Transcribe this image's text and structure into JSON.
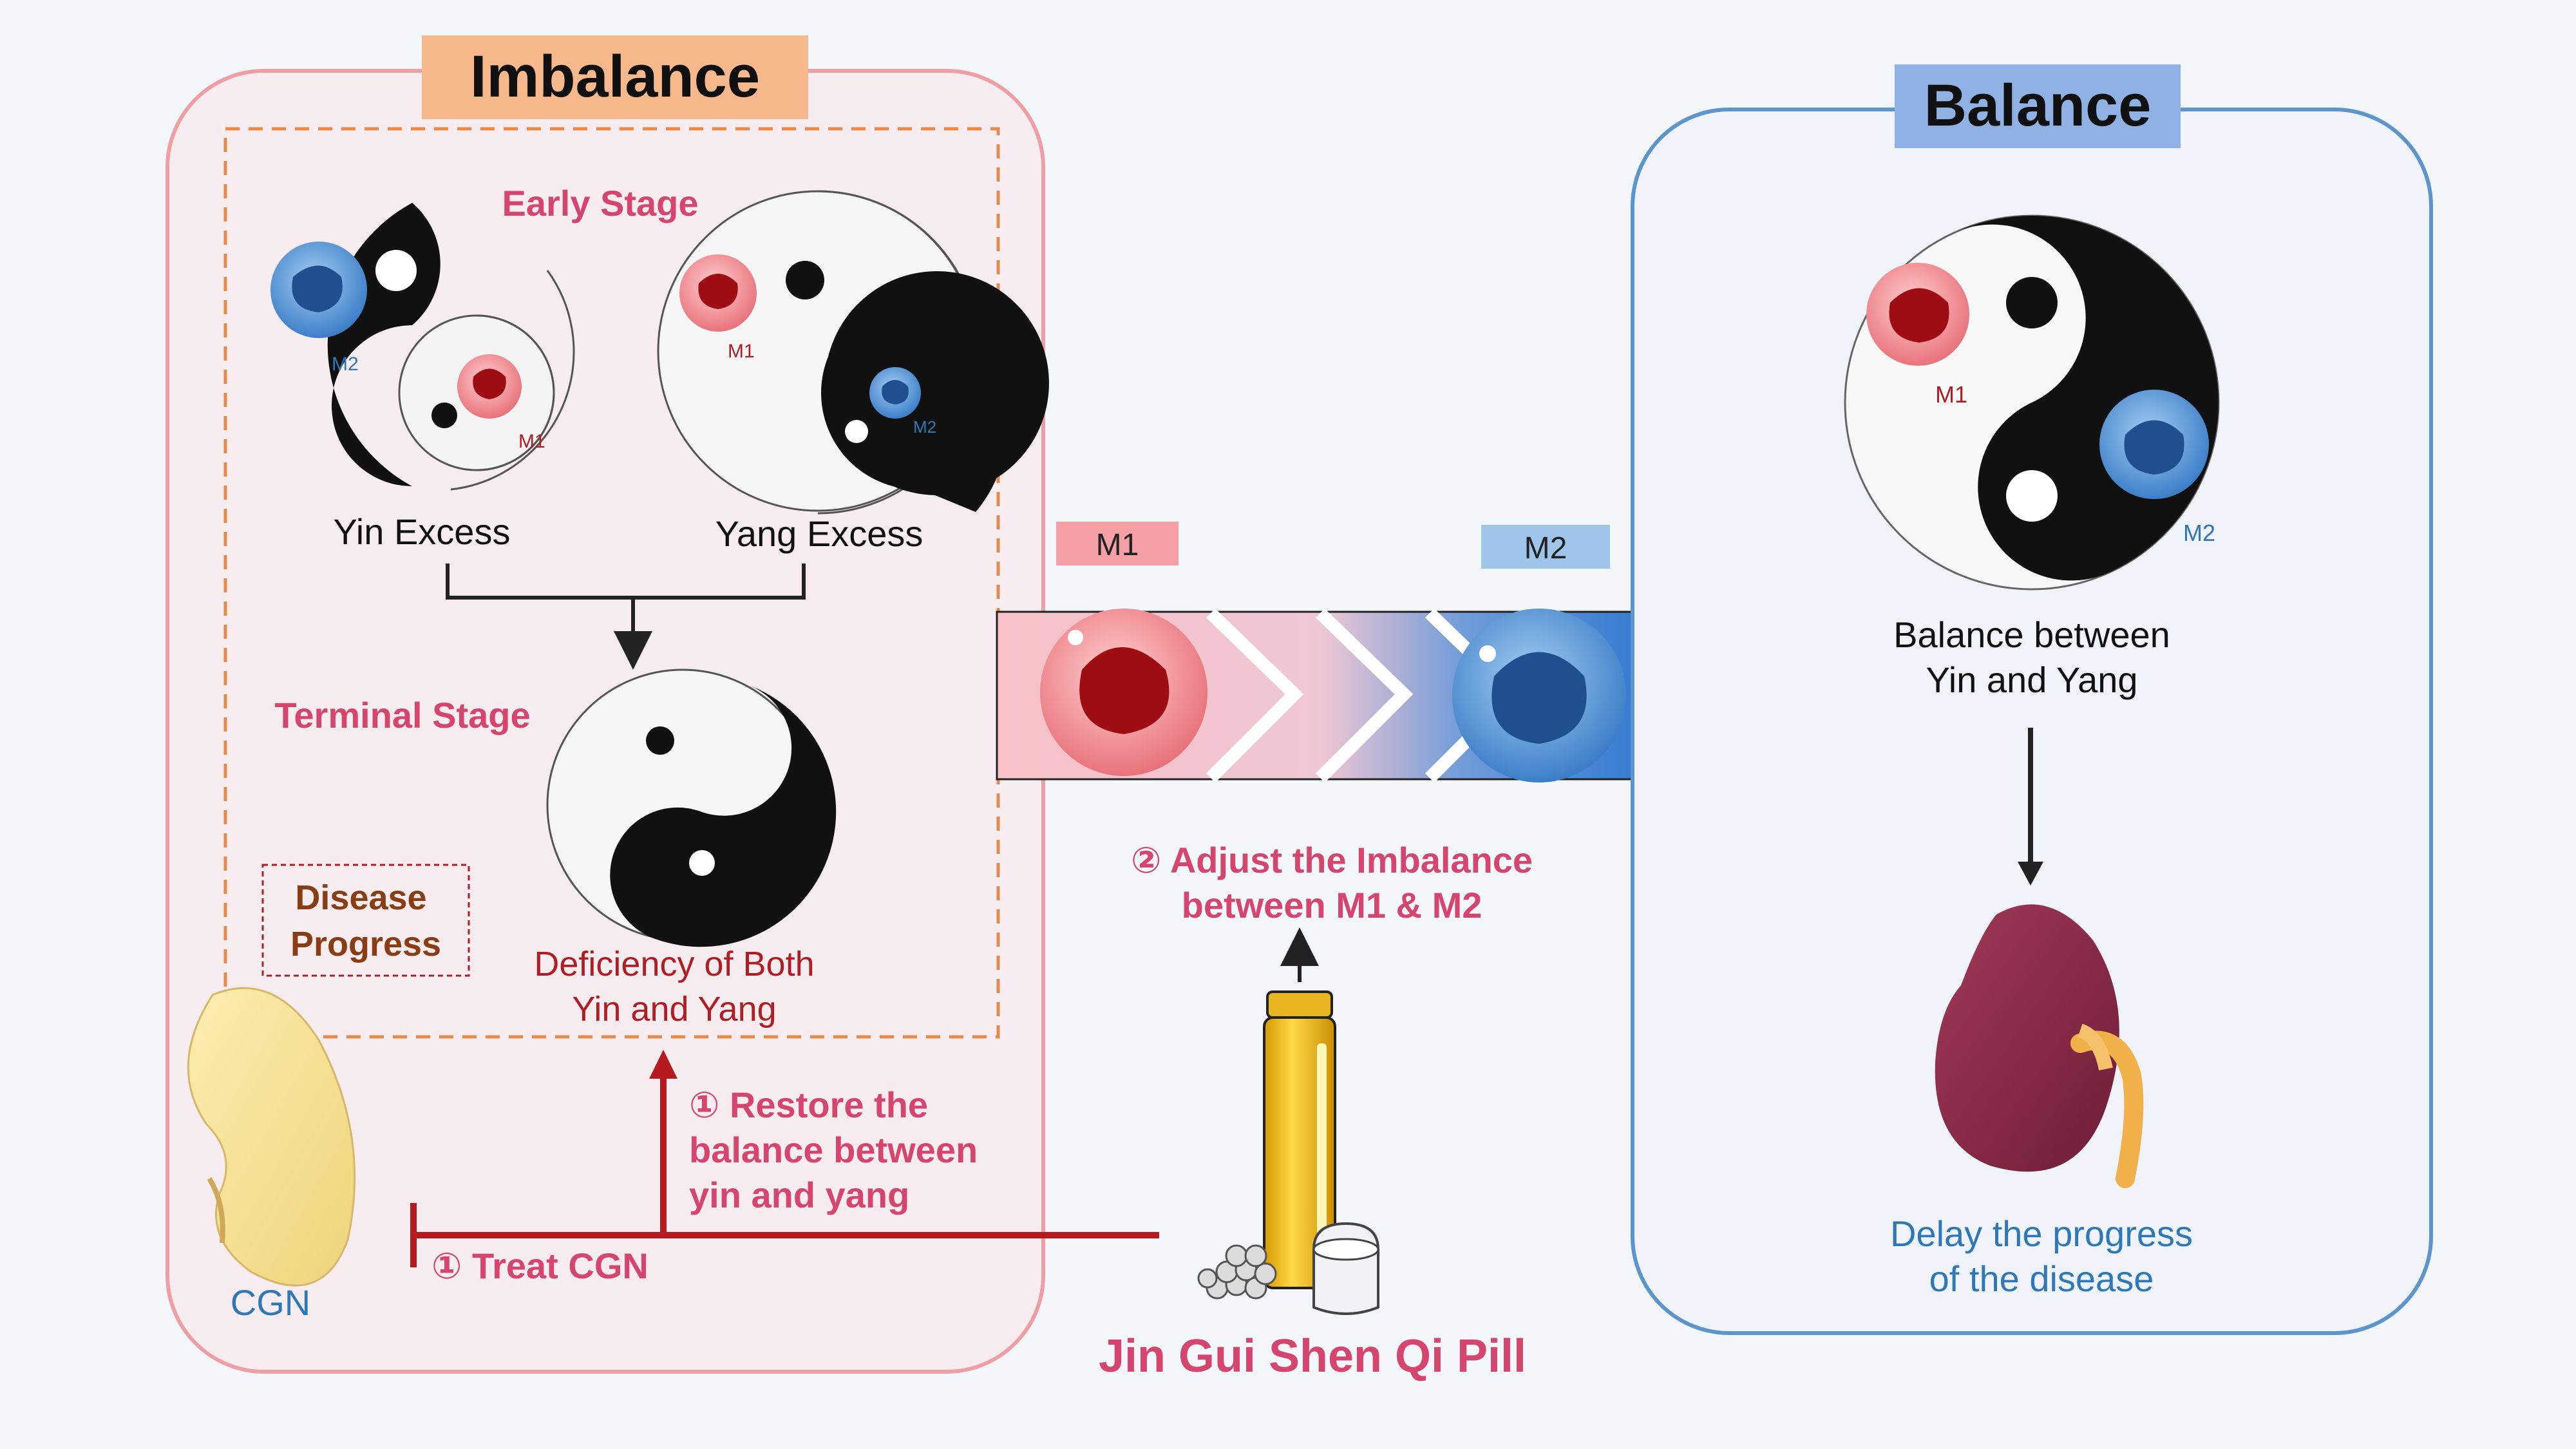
{
  "imbalance_panel": {
    "title": "Imbalance",
    "early_stage": "Early Stage",
    "yin_excess": "Yin Excess",
    "yang_excess": "Yang Excess",
    "terminal_stage": "Terminal Stage",
    "disease_progress": "Disease Progress",
    "deficiency_line1": "Deficiency of Both",
    "deficiency_line2": "Yin and Yang",
    "cgn": "CGN",
    "m1": "M1",
    "m2": "M2"
  },
  "middle": {
    "m1_tag": "M1",
    "m2_tag": "M2",
    "adjust_line1": "② Adjust the Imbalance",
    "adjust_line2": "between M1 & M2",
    "restore_line1": "① Restore the",
    "restore_line2": "balance between",
    "restore_line3": "yin and yang",
    "treat_cgn": "① Treat CGN",
    "pill_name": "Jin Gui Shen Qi Pill"
  },
  "balance_panel": {
    "title": "Balance",
    "m1": "M1",
    "m2": "M2",
    "balance_line1": "Balance between",
    "balance_line2": "Yin and Yang",
    "delay_line1": "Delay the progress",
    "delay_line2": "of the disease"
  },
  "colors": {
    "pink_text": "#d6456e",
    "brown_text": "#8a3d12",
    "red_text": "#b01e24",
    "dark_red_line": "#b51a1e",
    "blue_text": "#2f78b8",
    "imbalance_fill": "#f7b98c",
    "balance_fill": "#8fb1e3",
    "m1_tag_fill": "#f4a0a6",
    "m2_tag_fill": "#9ec5ea"
  }
}
